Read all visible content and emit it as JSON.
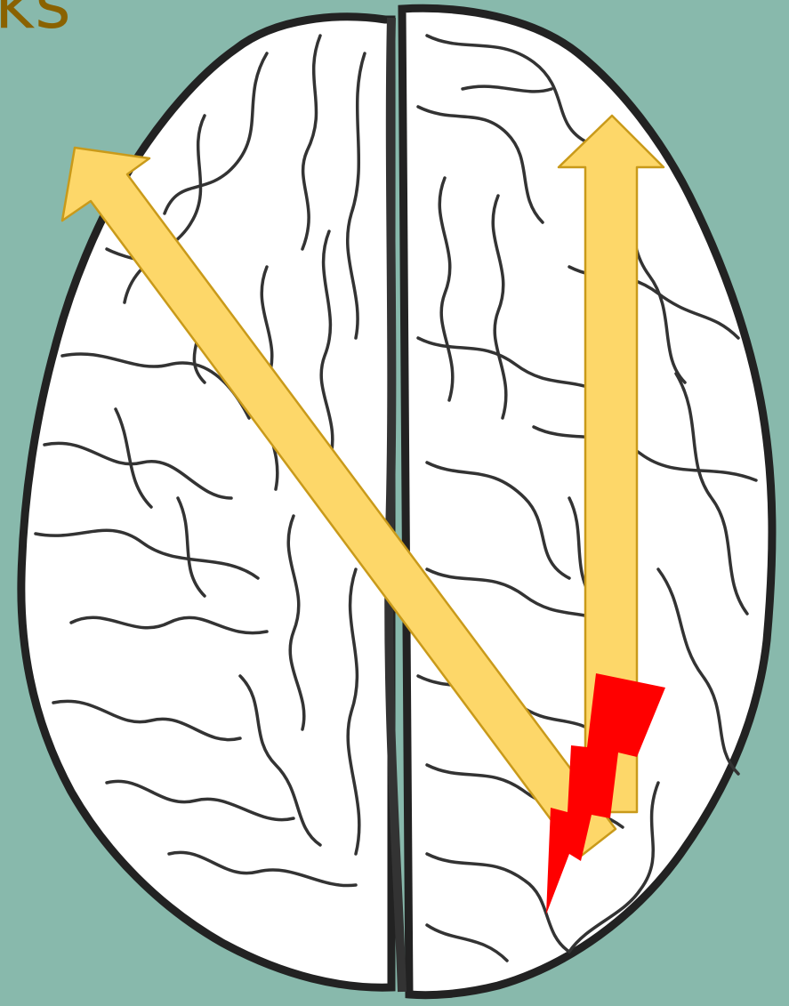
{
  "title_fragment": "ks",
  "colors": {
    "background": "#88b9ac",
    "title": "#8a6200",
    "brain_fill": "#ffffff",
    "brain_outline": "#222222",
    "arrow_fill": "#fdd769",
    "arrow_stroke": "#c99a1a",
    "lightning_fill": "#ff0000"
  },
  "diagram": {
    "subject": "brain-top-view",
    "arrows": [
      "diagonal-arrow",
      "vertical-arrow"
    ],
    "impact_marker": "lightning-bolt-icon"
  }
}
